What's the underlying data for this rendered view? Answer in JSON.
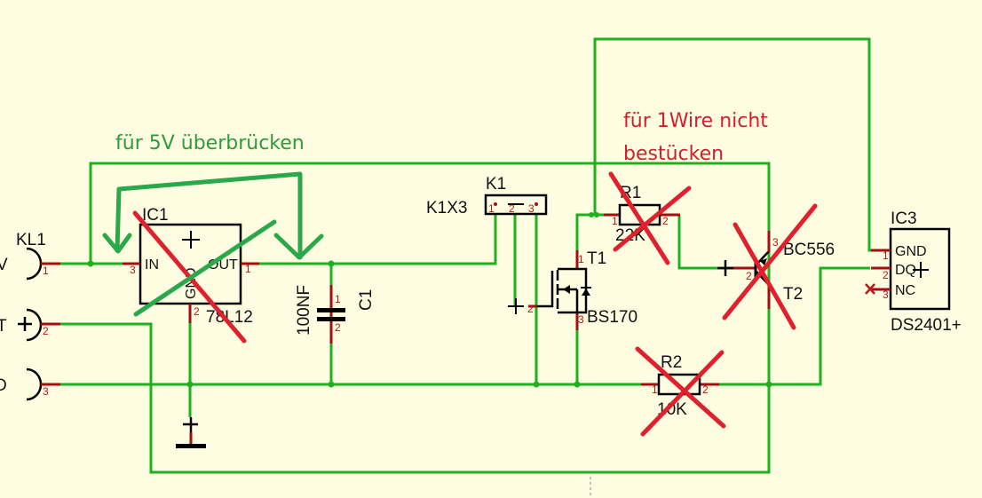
{
  "annotations": {
    "bridge_note": "für 5V überbrücken",
    "omit_note_line1": "für 1Wire nicht",
    "omit_note_line2": "bestücken"
  },
  "colors": {
    "background": "#fefde2",
    "wire": "#1eb01e",
    "pin": "#a01010",
    "strike": "#e0202c",
    "annotation_green": "#2e9a3c"
  },
  "terminal": {
    "name": "KL1",
    "pins": [
      {
        "label": "V",
        "number": "1"
      },
      {
        "label": "T",
        "number": "2"
      },
      {
        "label": "D",
        "number": "3"
      }
    ]
  },
  "ic1": {
    "name": "IC1",
    "value": "78L12",
    "pin_in": "IN",
    "pin_out": "OUT",
    "pin_gnd": "GND",
    "pin_in_num": "3",
    "pin_out_num": "1",
    "pin_gnd_num": "2",
    "struck_out": true
  },
  "c1": {
    "name": "C1",
    "value": "100NF",
    "pin1": "1",
    "pin2": "2"
  },
  "k1": {
    "name": "K1",
    "value": "K1X3",
    "pins": [
      "1",
      "2",
      "3"
    ]
  },
  "t1": {
    "name": "T1",
    "value": "BS170",
    "pin1": "1",
    "pin2": "2",
    "pin3": "3"
  },
  "r1": {
    "name": "R1",
    "value": "22K",
    "pin1": "1",
    "pin2": "2",
    "struck_out": true
  },
  "t2": {
    "name": "T2",
    "value": "BC556",
    "pin2": "2",
    "pin3": "3",
    "struck_out": true
  },
  "r2": {
    "name": "R2",
    "value": "10K",
    "pin1": "1",
    "pin2": "2",
    "struck_out": true
  },
  "ic3": {
    "name": "IC3",
    "value": "DS2401+",
    "pins": [
      {
        "name": "GND",
        "number": "1"
      },
      {
        "name": "DQ",
        "number": "2"
      },
      {
        "name": "NC",
        "number": "3"
      }
    ]
  }
}
